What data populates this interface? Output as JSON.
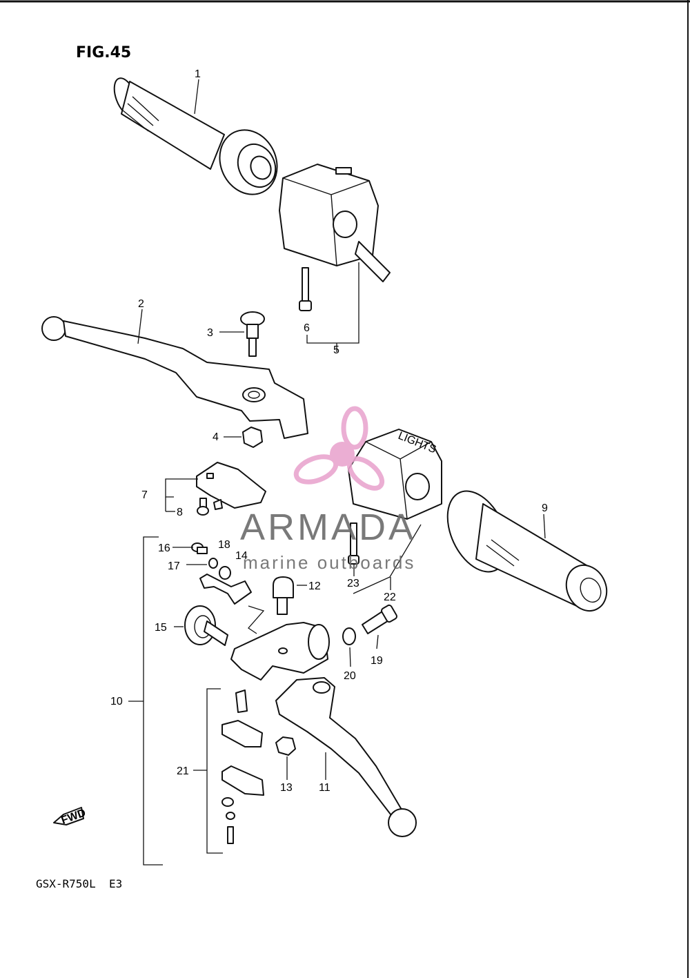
{
  "figure": {
    "title": "FIG.45",
    "model": "GSX-R750L  E3",
    "fwd_label": "FWD",
    "lights_label": "LIGHTS"
  },
  "watermark": {
    "brand": "ARMADA",
    "tagline": "marine outboards",
    "color": "#e9a6cf",
    "text_color": "#6b6b6b"
  },
  "callouts": {
    "c1": "1",
    "c2": "2",
    "c3": "3",
    "c4": "4",
    "c5": "5",
    "c6": "6",
    "c7": "7",
    "c8": "8",
    "c9": "9",
    "c10": "10",
    "c11": "11",
    "c12": "12",
    "c13": "13",
    "c14": "14",
    "c15": "15",
    "c16": "16",
    "c17": "17",
    "c18": "18",
    "c19": "19",
    "c20": "20",
    "c21": "21",
    "c22": "22",
    "c23": "23"
  }
}
